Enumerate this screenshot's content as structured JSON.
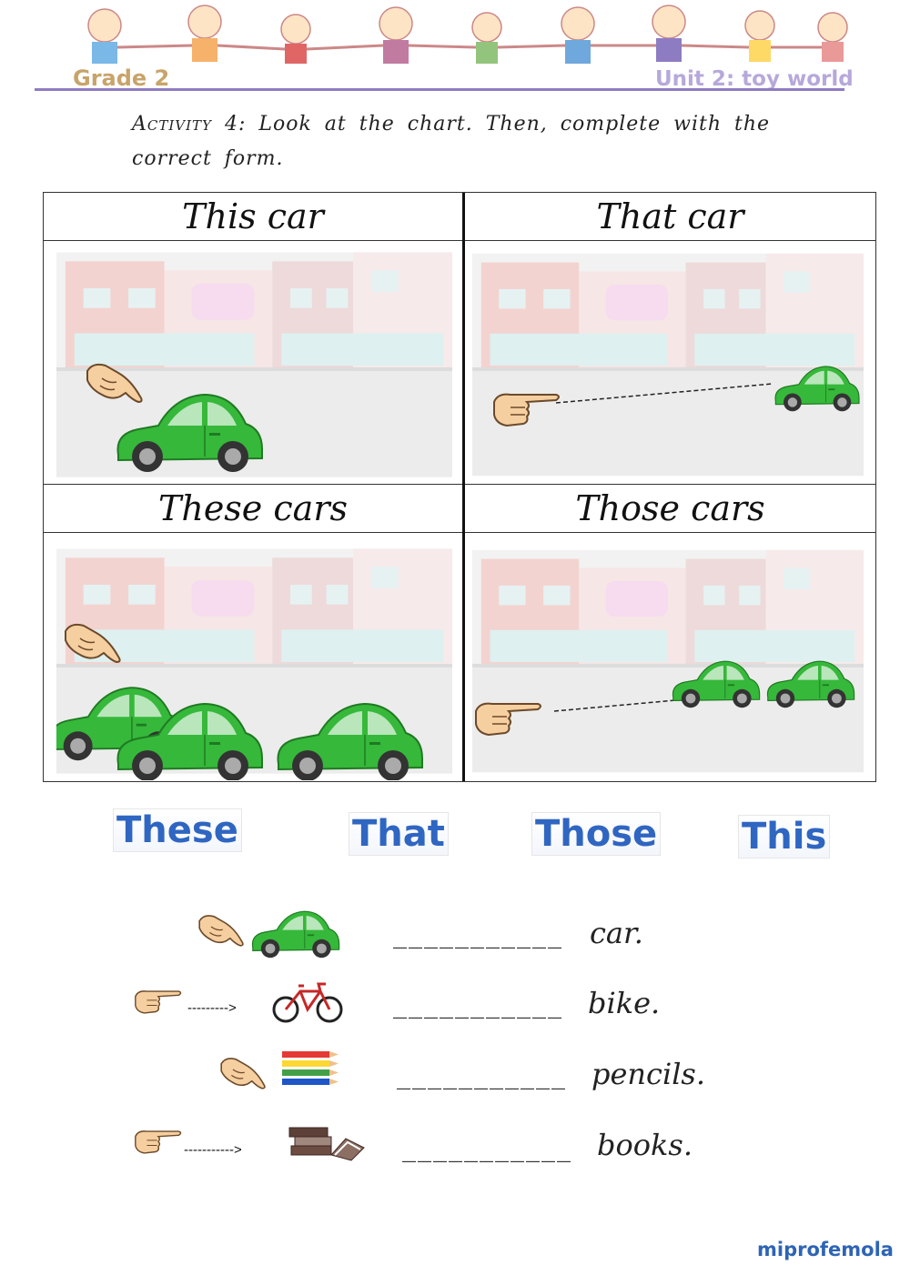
{
  "header": {
    "grade": "Grade 2",
    "unit": "Unit 2: toy world"
  },
  "instruction": {
    "label": "Activity 4:",
    "text": "Look at the chart. Then, complete with the correct form."
  },
  "chart": {
    "cells": [
      "This car",
      "That car",
      "These cars",
      "Those cars"
    ]
  },
  "word_bank": [
    "These",
    "That",
    "Those",
    "This"
  ],
  "exercises": [
    {
      "blank": "___________",
      "noun": "car.",
      "pointer": "near",
      "object": "car",
      "arrow": ""
    },
    {
      "blank": "___________",
      "noun": "bike.",
      "pointer": "far",
      "object": "bike",
      "arrow": "--------->"
    },
    {
      "blank": "___________",
      "noun": "pencils.",
      "pointer": "near",
      "object": "pencils",
      "arrow": ""
    },
    {
      "blank": "___________",
      "noun": "books.",
      "pointer": "far",
      "object": "books",
      "arrow": "----------->"
    }
  ],
  "credit": "miprofemola",
  "colors": {
    "car": "#33b336",
    "word": "#2f66c2",
    "header_line": "#8e7cc3"
  }
}
